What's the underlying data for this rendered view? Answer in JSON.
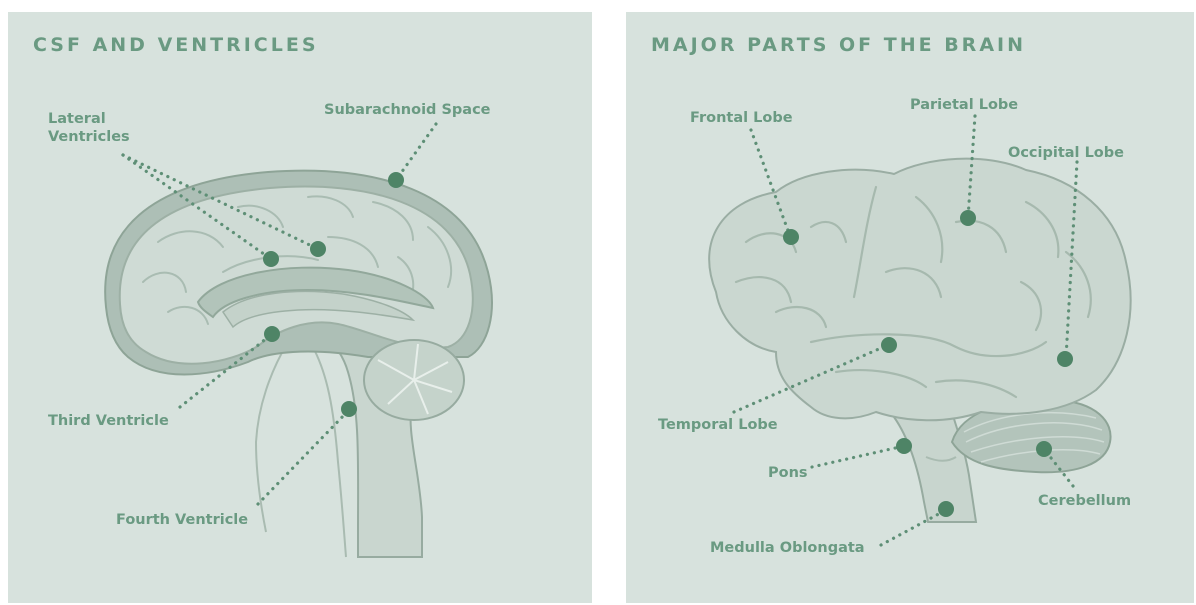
{
  "left": {
    "title": "CSF AND VENTRICLES",
    "labels": {
      "lateral_ventricles": "Lateral\nVentricles",
      "subarachnoid_space": "Subarachnoid Space",
      "third_ventricle": "Third Ventricle",
      "fourth_ventricle": "Fourth Ventricle"
    }
  },
  "right": {
    "title": "MAJOR PARTS OF THE BRAIN",
    "labels": {
      "frontal_lobe": "Frontal Lobe",
      "parietal_lobe": "Parietal Lobe",
      "occipital_lobe": "Occipital Lobe",
      "temporal_lobe": "Temporal Lobe",
      "pons": "Pons",
      "cerebellum": "Cerebellum",
      "medulla_oblongata": "Medulla Oblongata"
    }
  },
  "colors": {
    "panel_bg": "#d7e2dd",
    "accent_text": "#6a9a82",
    "dot": "#4e8466"
  }
}
